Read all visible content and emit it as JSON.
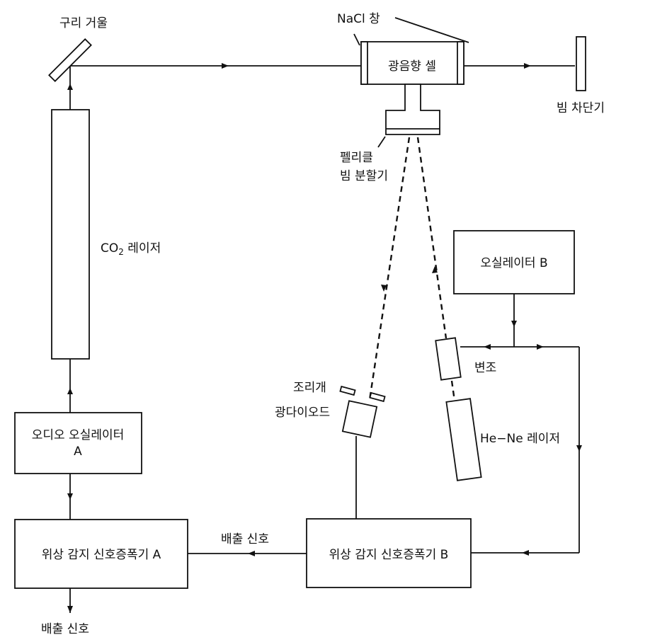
{
  "diagram": {
    "title": "광음향 분광 실험 장치 구성도",
    "components": {
      "copper_mirror": "구리 거울",
      "nacl_window": "NaCl 창",
      "photoacoustic_cell": "광음향 셀",
      "beam_stop": "빔 차단기",
      "pellicle_line1": "펠리클",
      "pellicle_line2": "빔 분할기",
      "co2_laser_prefix": "CO",
      "co2_laser_sub": "2",
      "co2_laser_suffix": " 레이저",
      "audio_osc_line1": "오디오 오실레이터",
      "audio_osc_line2": "A",
      "lockin_a": "위상 감지 신호증폭기 A",
      "output_signal_bottom": "배출 신호",
      "output_signal_mid": "배출 신호",
      "lockin_b": "위상 감지 신호증폭기 B",
      "iris": "조리개",
      "photodiode": "광다이오드",
      "oscillator_b": "오실레이터 B",
      "modulator": "변조",
      "hene_laser": "He−Ne 레이저"
    },
    "colors": {
      "line": "#111111",
      "background": "#ffffff"
    }
  }
}
